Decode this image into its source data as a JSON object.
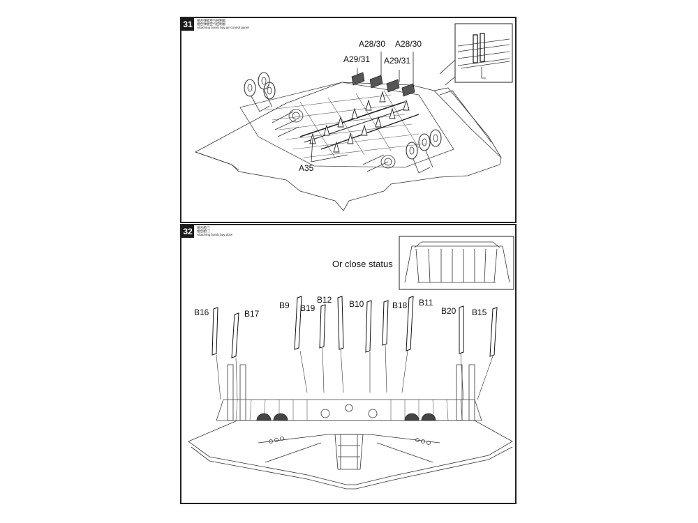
{
  "steps": [
    {
      "number": "31",
      "title_lines": [
        "组合弹舱空气控制板",
        "组合弹舱空气控制板",
        "Attaching bomb bay air control panel"
      ],
      "callouts": {
        "a28_30_left": "A28/30",
        "a28_30_right": "A28/30",
        "a29_31_left": "A29/31",
        "a29_31_right": "A29/31",
        "a35": "A35"
      }
    },
    {
      "number": "32",
      "title_lines": [
        "组合舱门",
        "组合舱门",
        "Attaching bomb bay door"
      ],
      "inset_note": "Or close status",
      "callouts": {
        "b16": "B16",
        "b17": "B17",
        "b9": "B9",
        "b19": "B19",
        "b12": "B12",
        "b10": "B10",
        "b18": "B18",
        "b11": "B11",
        "b20": "B20",
        "b15": "B15"
      }
    }
  ],
  "colors": {
    "line": "#333333",
    "part_fill": "#555555",
    "frame": "#222222"
  }
}
